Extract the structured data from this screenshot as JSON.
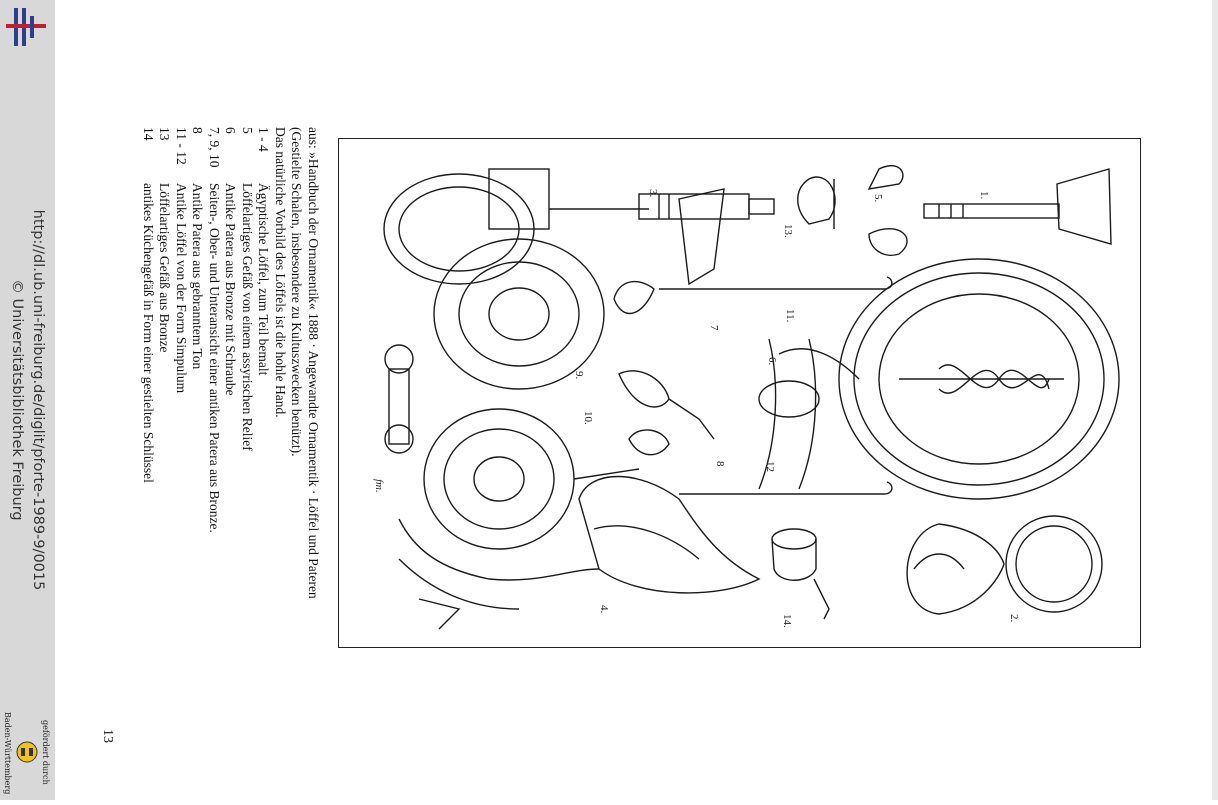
{
  "sidebar": {
    "url": "http://dl.ub.uni-freiburg.de/diglit/pforte-1989-9/0015",
    "copyright": "© Universitätsbibliothek Freiburg",
    "funded_by": "gefördert durch",
    "state": "Baden-Württemberg"
  },
  "page": {
    "number": "13",
    "caption": {
      "intro": "aus: »Handbuch der Ornamentik« 1888 · Angewandte Ornamentik · Löffel und Pateren (Gestielte Schalen, insbesondere zu Kultuszwecken benützt).",
      "line2": "Das natürliche Vorbild des Löffels ist die hohle Hand.",
      "legend": [
        {
          "num": "1 - 4",
          "text": "Ägyptische Löffel, zum Teil bemalt"
        },
        {
          "num": "5",
          "text": "Löffelartiges Gefäß von einem assyrischen Relief"
        },
        {
          "num": "6",
          "text": "Antike Patera aus Bronze mit Schraube"
        },
        {
          "num": "7, 9, 10",
          "text": "Seiten-, Ober- und Unteransicht einer antiken Patera aus Bronze."
        },
        {
          "num": "8",
          "text": "Antike Patera aus gebranntem Ton"
        },
        {
          "num": "11 - 12",
          "text": "Antike Löffel von der Form Simpulum"
        },
        {
          "num": "13",
          "text": "Löffelartiges Gefäß aus Bronze"
        },
        {
          "num": "14",
          "text": "antikes Küchengefäß in Form einer gestielten Schlüssel"
        }
      ]
    },
    "figure": {
      "labels": [
        "1.",
        "2.",
        "3.",
        "4.",
        "5.",
        "6.",
        "7",
        "8",
        "9.",
        "10.",
        "11.",
        "12",
        "13.",
        "14."
      ],
      "signature": "fm."
    }
  },
  "colors": {
    "sidebar": "#d8d8d8",
    "logo_blue": "#2c3e8c",
    "logo_red": "#c0202a",
    "ink": "#111111"
  }
}
